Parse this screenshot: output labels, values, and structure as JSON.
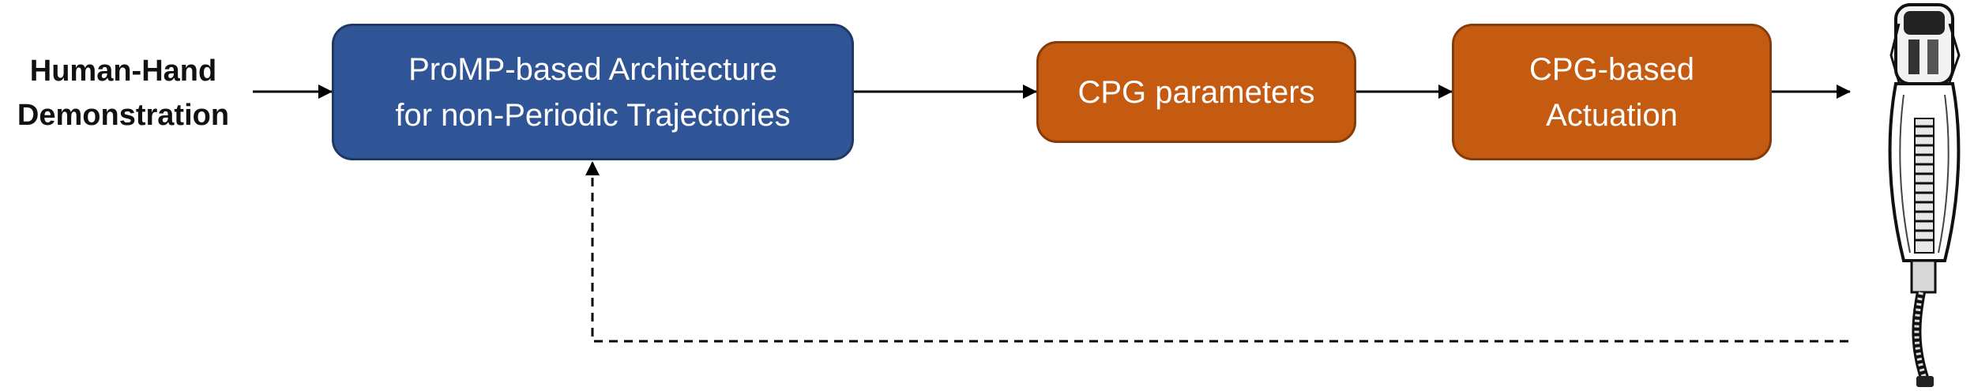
{
  "input": {
    "line1": "Human-Hand",
    "line2": "Demonstration"
  },
  "promp_block": {
    "line1": "ProMP-based Architecture",
    "line2": "for non-Periodic Trajectories"
  },
  "cpg_params_block": {
    "label": "CPG parameters"
  },
  "cpg_actuation_block": {
    "line1": "CPG-based",
    "line2": "Actuation"
  },
  "colors": {
    "promp_fill": "#2f5597",
    "cpg_fill": "#c55a11",
    "arrow": "#000000"
  },
  "icons": {
    "output": "soft-robot-arm-image"
  }
}
